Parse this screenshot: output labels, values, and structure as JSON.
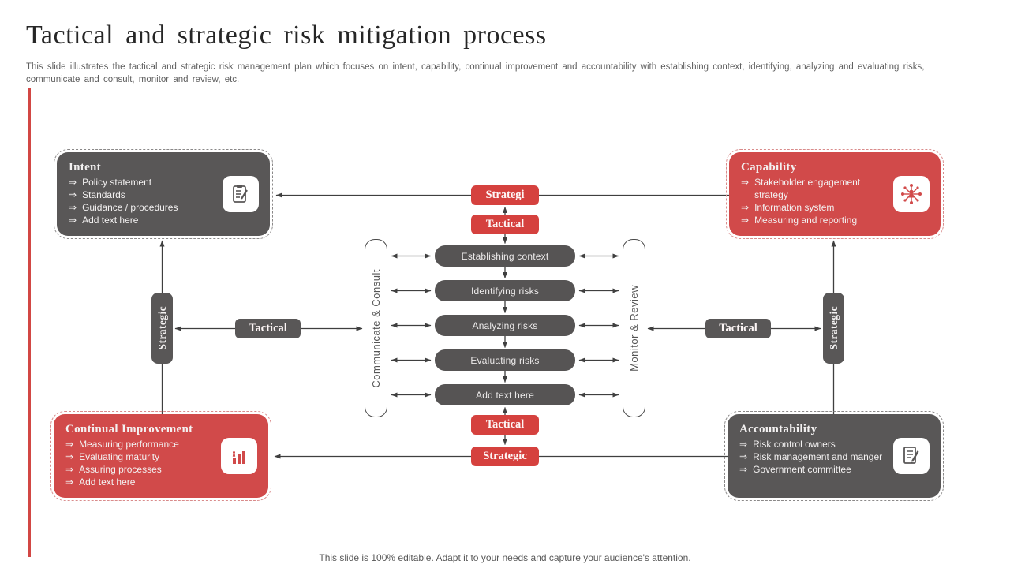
{
  "slide": {
    "title": "Tactical  and  strategic  risk  mitigation  process",
    "subtitle": "This slide illustrates the tactical and strategic risk management plan  which focuses on intent, capability, continual improvement and accountability with establishing context, identifying, analyzing and evaluating risks, communicate and consult, monitor and review, etc.",
    "footer": "This slide is 100% editable. Adapt it to your needs and capture your audience's attention."
  },
  "colors": {
    "accent_red": "#d24744",
    "dark_gray": "#595757",
    "connector": "#3f3f3f"
  },
  "bullet_glyph": "⇒",
  "corner_boxes": {
    "intent": {
      "title": "Intent",
      "items": [
        "Policy statement",
        "Standards",
        "Guidance / procedures",
        "Add text here"
      ],
      "icon": "clipboard-checklist-icon"
    },
    "capability": {
      "title": "Capability",
      "items": [
        "Stakeholder engagement strategy",
        "Information  system",
        "Measuring  and reporting"
      ],
      "icon": "stakeholder-network-icon"
    },
    "continual_improvement": {
      "title": "Continual  Improvement",
      "items": [
        "Measuring  performance",
        "Evaluating  maturity",
        "Assuring  processes",
        "Add text here"
      ],
      "icon": "growth-bar-chart-icon"
    },
    "accountability": {
      "title": "Accountability",
      "items": [
        "Risk control owners",
        "Risk management  and manger",
        "Government  committee"
      ],
      "icon": "document-pencil-icon"
    }
  },
  "process_steps": [
    "Establishing context",
    "Identifying risks",
    "Analyzing risks",
    "Evaluating risks",
    "Add text here"
  ],
  "labels": {
    "top_strategic": "Strategi",
    "top_tactical": "Tactical",
    "bottom_tactical": "Tactical",
    "bottom_strategic": "Strategic",
    "left_tactical": "Tactical",
    "right_tactical": "Tactical",
    "left_strategic": "Strategic",
    "right_strategic": "Strategic",
    "communicate_consult": "Communicate & Consult",
    "monitor_review": "Monitor & Review"
  }
}
